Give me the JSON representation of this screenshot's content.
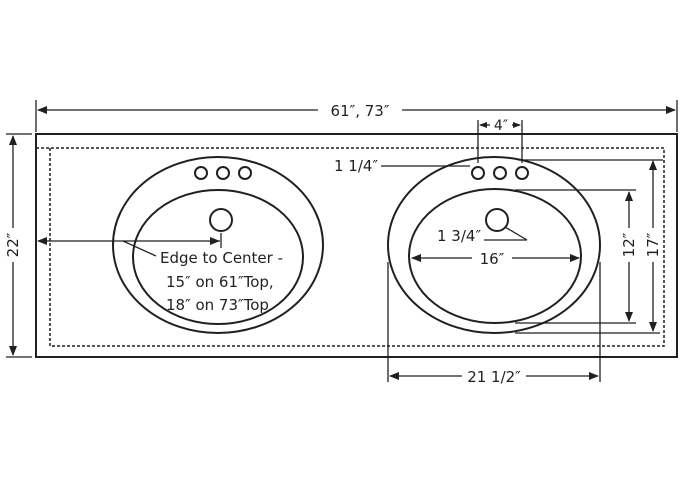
{
  "diagram": {
    "type": "double vanity countertop dimension drawing",
    "colors": {
      "line": "#231f20",
      "background": "#ffffff"
    },
    "dimensions": {
      "overall_width": "61″, 73″",
      "overall_depth": "22″",
      "faucet_spread": "4″",
      "faucet_hole_offset": "1 1/4″",
      "drain_hole": "1 3/4″",
      "bowl_inner_width": "16″",
      "bowl_inner_depth": "12″",
      "bowl_outer_depth": "17″",
      "bowl_outer_width": "21 1/2″"
    },
    "edge_to_center_note": {
      "line1": "Edge to Center -",
      "line2": "15″ on 61″Top,",
      "line3": "18″ on 73″Top"
    },
    "sinks": [
      {
        "name": "left-sink",
        "faucet_holes": 3,
        "drain": 1
      },
      {
        "name": "right-sink",
        "faucet_holes": 3,
        "drain": 1
      }
    ]
  }
}
